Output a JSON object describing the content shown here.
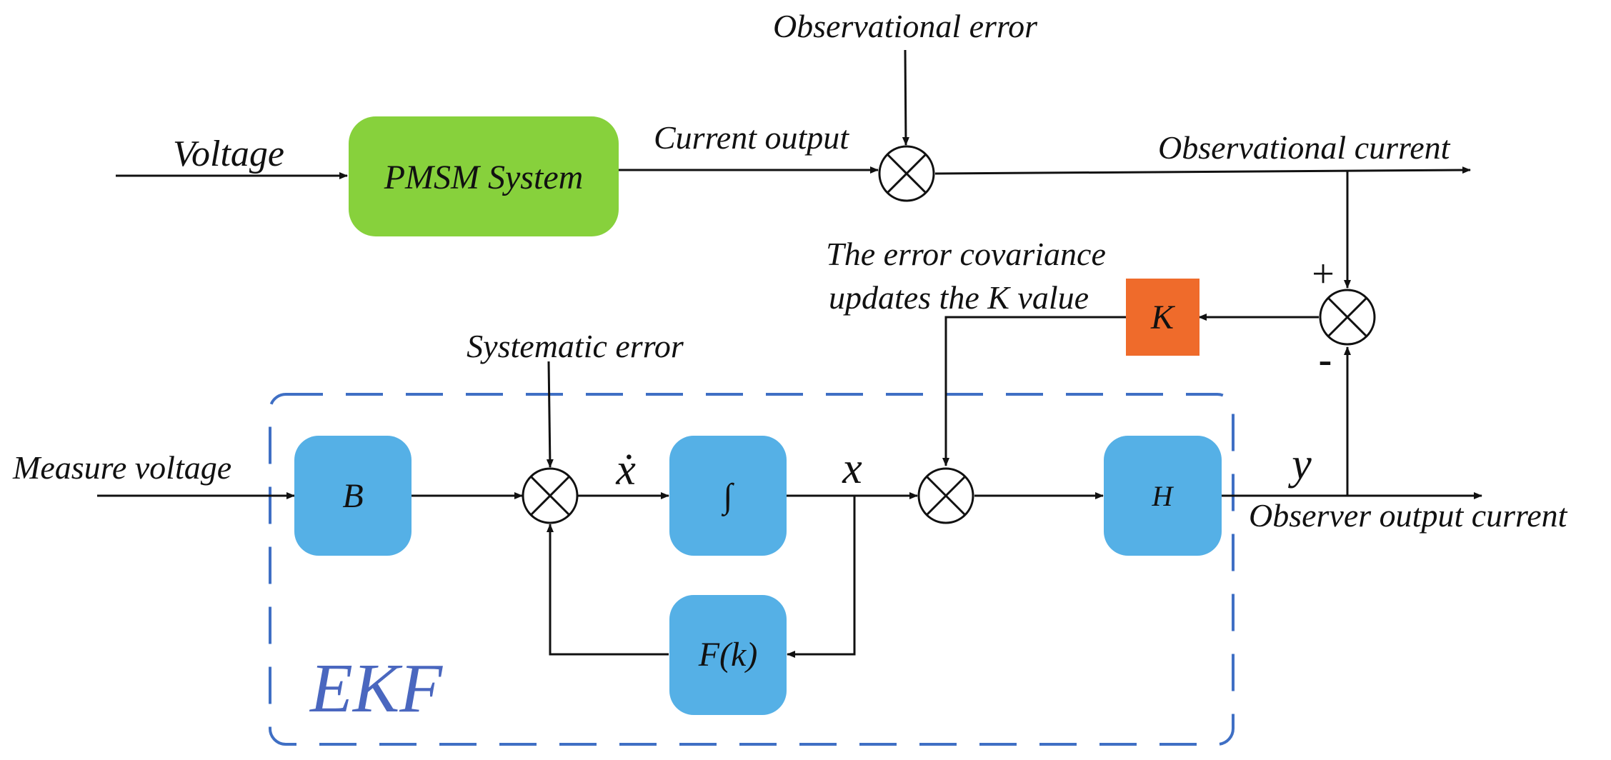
{
  "labels": {
    "voltage": "Voltage",
    "current_output": "Current output",
    "observational_error": "Observational error",
    "observational_current": "Observational current",
    "covariance_line1": "The error covariance",
    "covariance_line2": "updates the K value",
    "systematic_error": "Systematic error",
    "measure_voltage": "Measure voltage",
    "observer_output_current": "Observer output current"
  },
  "blocks": {
    "pmsm": "PMSM  System",
    "k": "K",
    "b": "B",
    "integrator": "∫",
    "h": "H",
    "f": "F(k)"
  },
  "signals": {
    "x_dot": "ẋ",
    "x": "x",
    "y": "y",
    "plus": "+",
    "minus": "-"
  },
  "ekf_label": "EKF",
  "colors": {
    "pmsm_fill": "#87d13c",
    "k_fill": "#ef6b2b",
    "ekf_block_fill": "#55b0e6",
    "ekf_border": "#3f6fc4",
    "ekf_text": "#4a67bf",
    "line": "#111111"
  }
}
